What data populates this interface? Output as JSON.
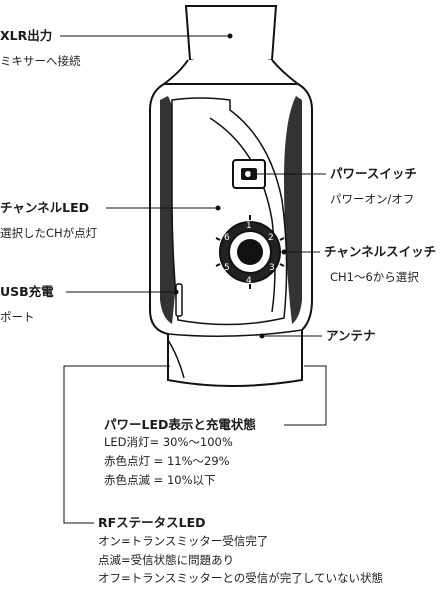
{
  "labels": {
    "xlr_title": "XLR出力",
    "xlr_desc": "ミキサーへ接続",
    "channel_led_title": "チャンネルLED",
    "channel_led_desc": "選択したCHが点灯",
    "usb_title": "USB充電",
    "usb_desc": "ポート",
    "power_switch_title": "パワースイッチ",
    "power_switch_desc": "パワーオン/オフ",
    "channel_switch_title": "チャンネルスイッチ",
    "channel_switch_desc": "CH1～6から選択",
    "antenna_title": "アンテナ",
    "power_led_title": "パワーLED表示と充電状態",
    "power_led_lines": [
      "LED消灯= 30%～100%",
      "赤色点灯 = 11%～29%",
      "赤色点滅 = 10%以下"
    ],
    "rf_title": "RFステータスLED",
    "rf_lines": [
      "オン=トランスミッター受信完了",
      "点滅=受信状態に問題あり",
      "オフ=トランスミッターとの受信が完了していない状態"
    ]
  },
  "dial_numbers": [
    "1",
    "2",
    "3",
    "4",
    "5",
    "6"
  ]
}
